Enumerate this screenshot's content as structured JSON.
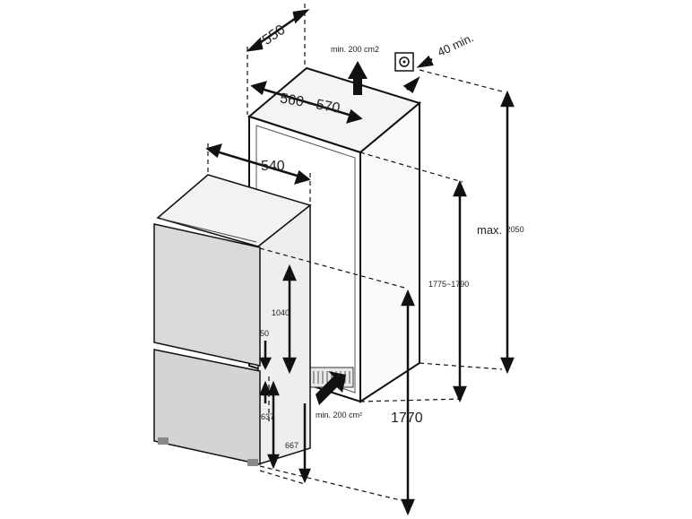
{
  "labels": {
    "depth_cabinet": "550",
    "vent_top_area": "min. 200 cm2",
    "gap_top": "40 min.",
    "niche_width": "560 - 570",
    "appliance_width": "540",
    "max_height_prefix": "max.",
    "max_height_value": "2050",
    "niche_height": "1775~1790",
    "door_upper": "1040",
    "gap_door": "50",
    "door_lower_a": "637",
    "door_lower_b": "667",
    "vent_bottom_area": "min. 200 cm²",
    "appliance_height": "1770"
  },
  "icons": {
    "wall_socket": "socket-icon",
    "air_in": "arrow-up-icon",
    "air_out": "arrow-diagonal-icon"
  }
}
